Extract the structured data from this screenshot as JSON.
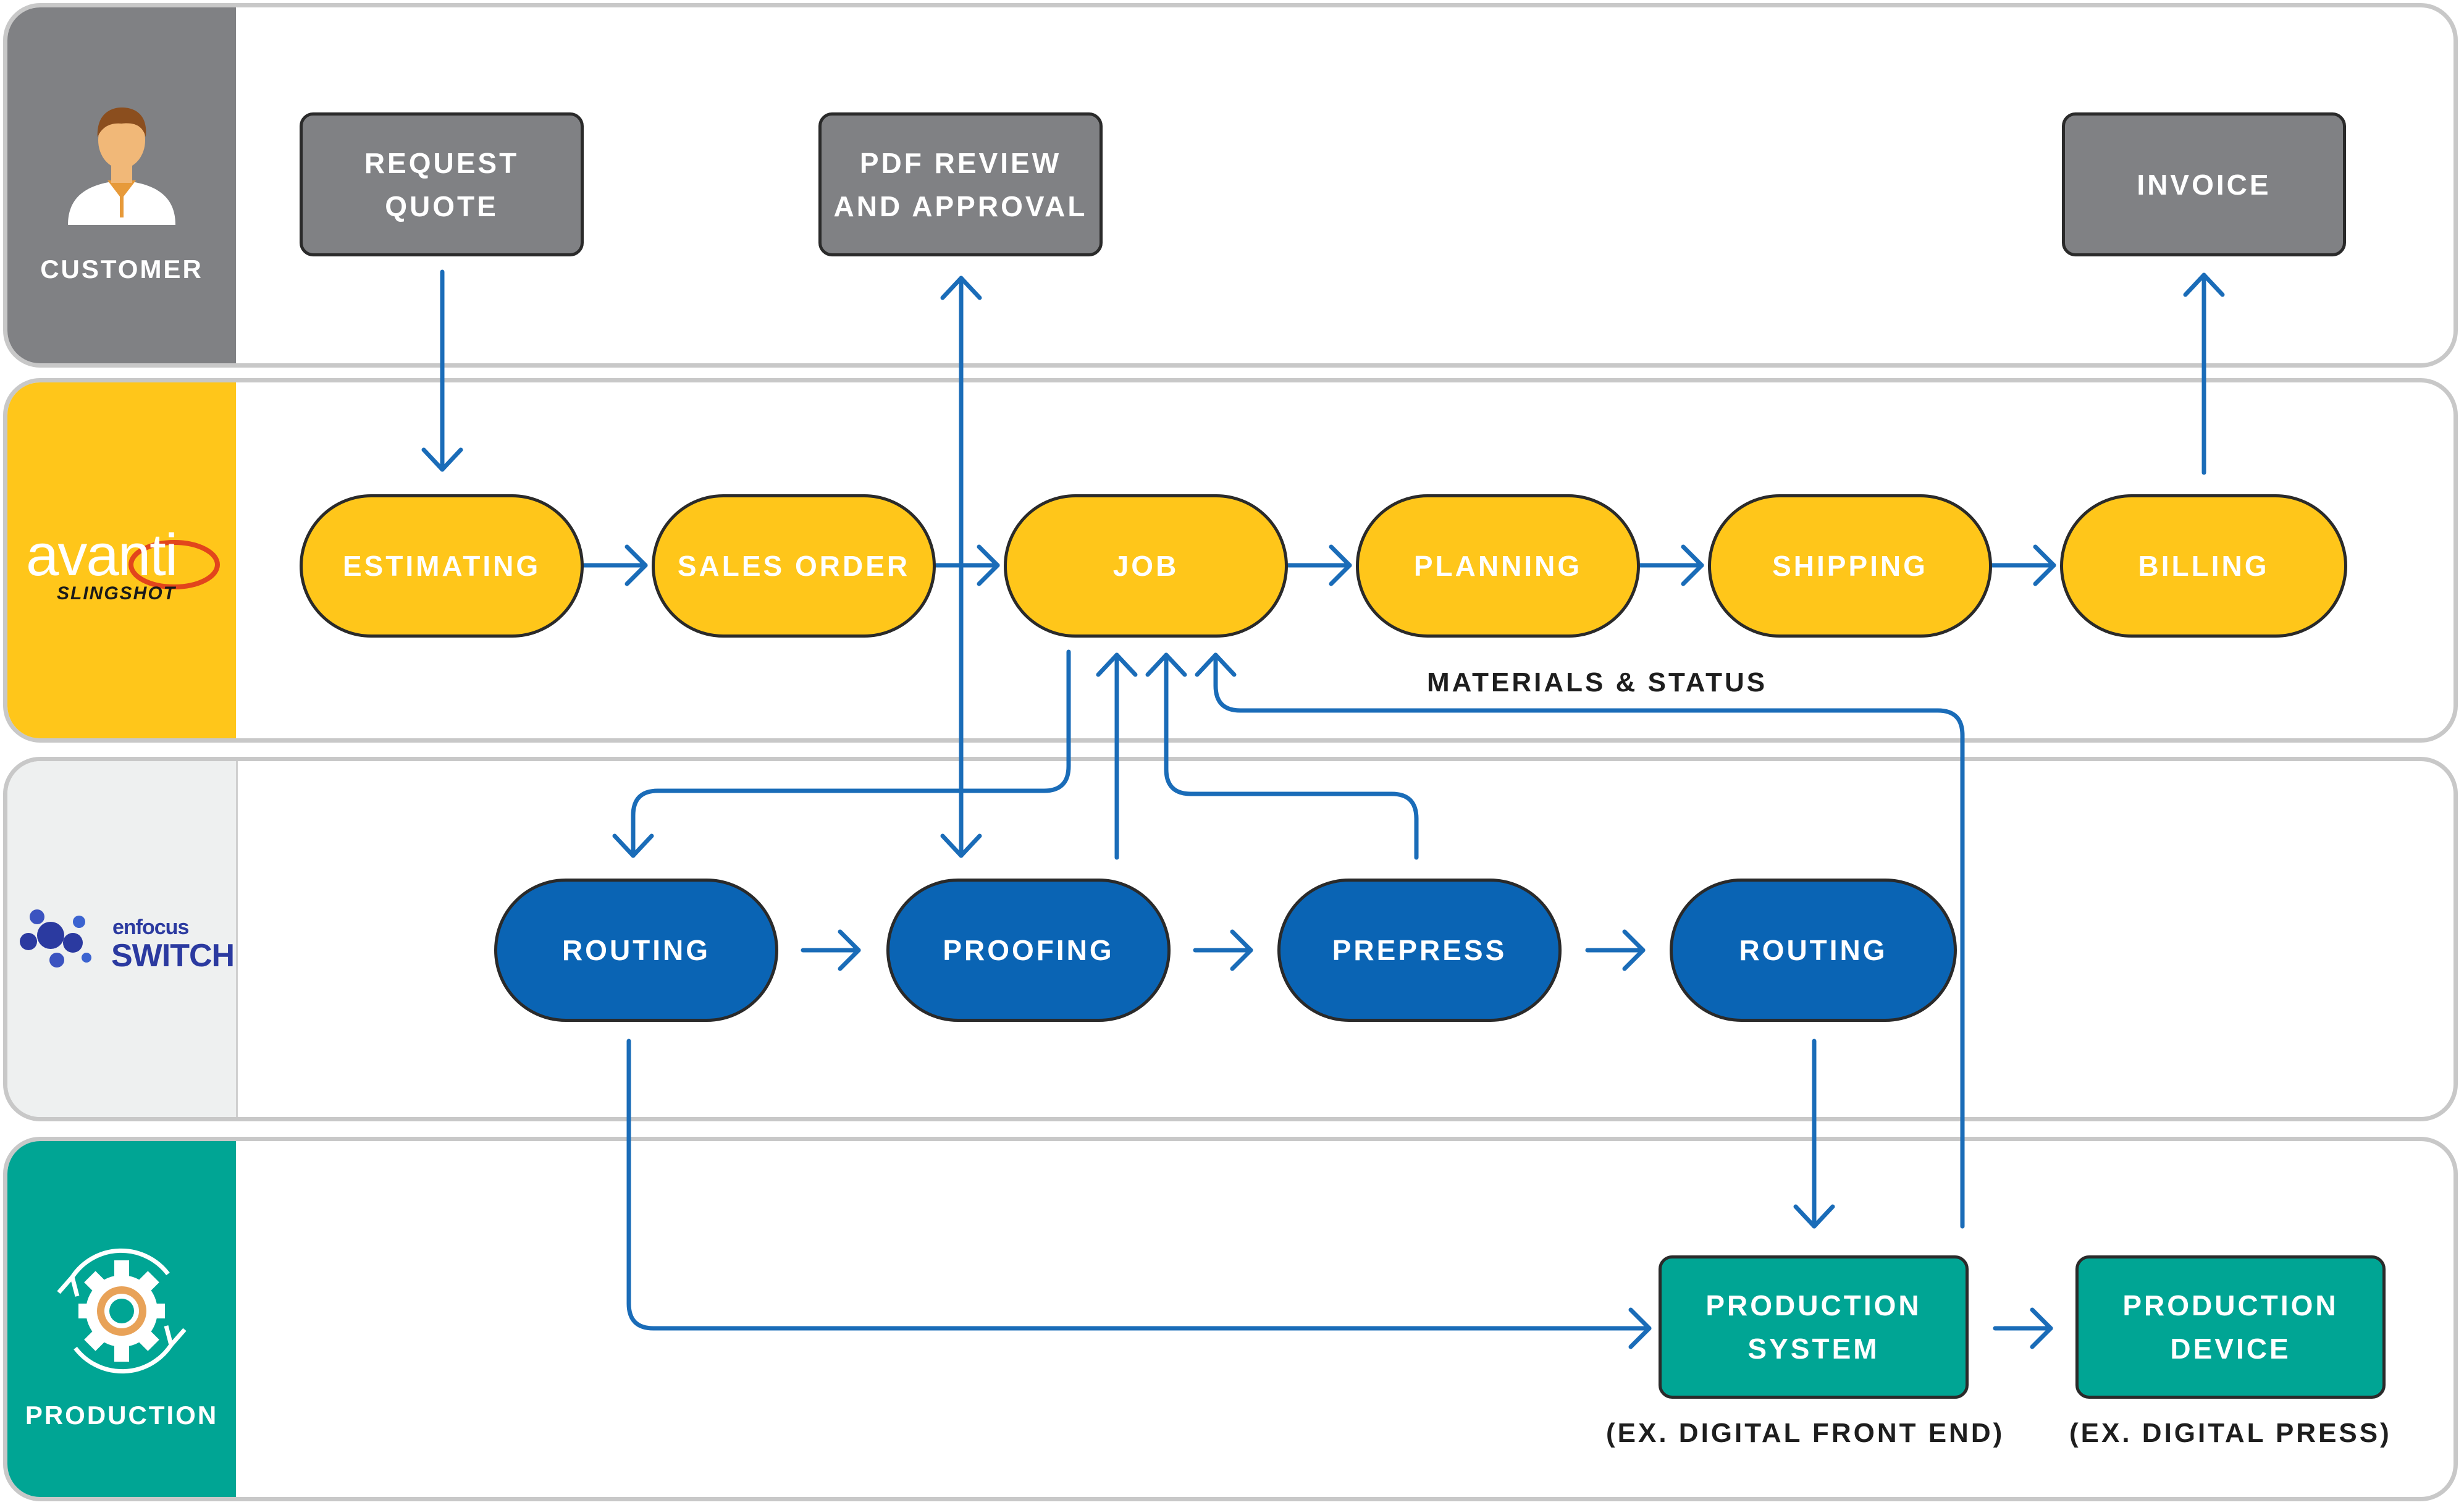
{
  "lanes": {
    "customer": {
      "label": "CUSTOMER"
    },
    "avanti": {
      "logo_main": "avanti",
      "logo_sub": "SLINGSHOT"
    },
    "enfocus": {
      "logo_top": "enfocus",
      "logo_bottom": "SWITCH"
    },
    "production": {
      "label": "PRODUCTION"
    }
  },
  "customer_nodes": {
    "request_quote": {
      "line1": "REQUEST",
      "line2": "QUOTE"
    },
    "pdf_review": {
      "line1": "PDF REVIEW",
      "line2": "AND APPROVAL"
    },
    "invoice": {
      "label": "INVOICE"
    }
  },
  "avanti_nodes": {
    "estimating": "ESTIMATING",
    "sales_order": "SALES ORDER",
    "job": "JOB",
    "planning": "PLANNING",
    "shipping": "SHIPPING",
    "billing": "BILLING"
  },
  "switch_nodes": {
    "routing_1": "ROUTING",
    "proofing": "PROOFING",
    "prepress": "PREPRESS",
    "routing_2": "ROUTING"
  },
  "production_nodes": {
    "production_system": {
      "line1": "PRODUCTION",
      "line2": "SYSTEM"
    },
    "production_device": {
      "line1": "PRODUCTION",
      "line2": "DEVICE"
    }
  },
  "captions": {
    "materials_status": "MATERIALS & STATUS",
    "front_end": "(EX. DIGITAL FRONT END)",
    "digital_press": "(EX. DIGITAL PRESS)"
  },
  "colors": {
    "customer_header": "#808184",
    "avanti_header": "#ffc61a",
    "enfocus_header": "#eef0f0",
    "production_header": "#00a594",
    "arrow": "#1a6cb8",
    "gray_node": "#808184",
    "yellow_node": "#ffc61a",
    "blue_node": "#0a64b4",
    "teal_node": "#00a594"
  },
  "icons": {
    "customer": "person-icon",
    "avanti": "avanti-slingshot-logo",
    "enfocus": "enfocus-switch-logo",
    "production": "gear-cycle-icon"
  }
}
